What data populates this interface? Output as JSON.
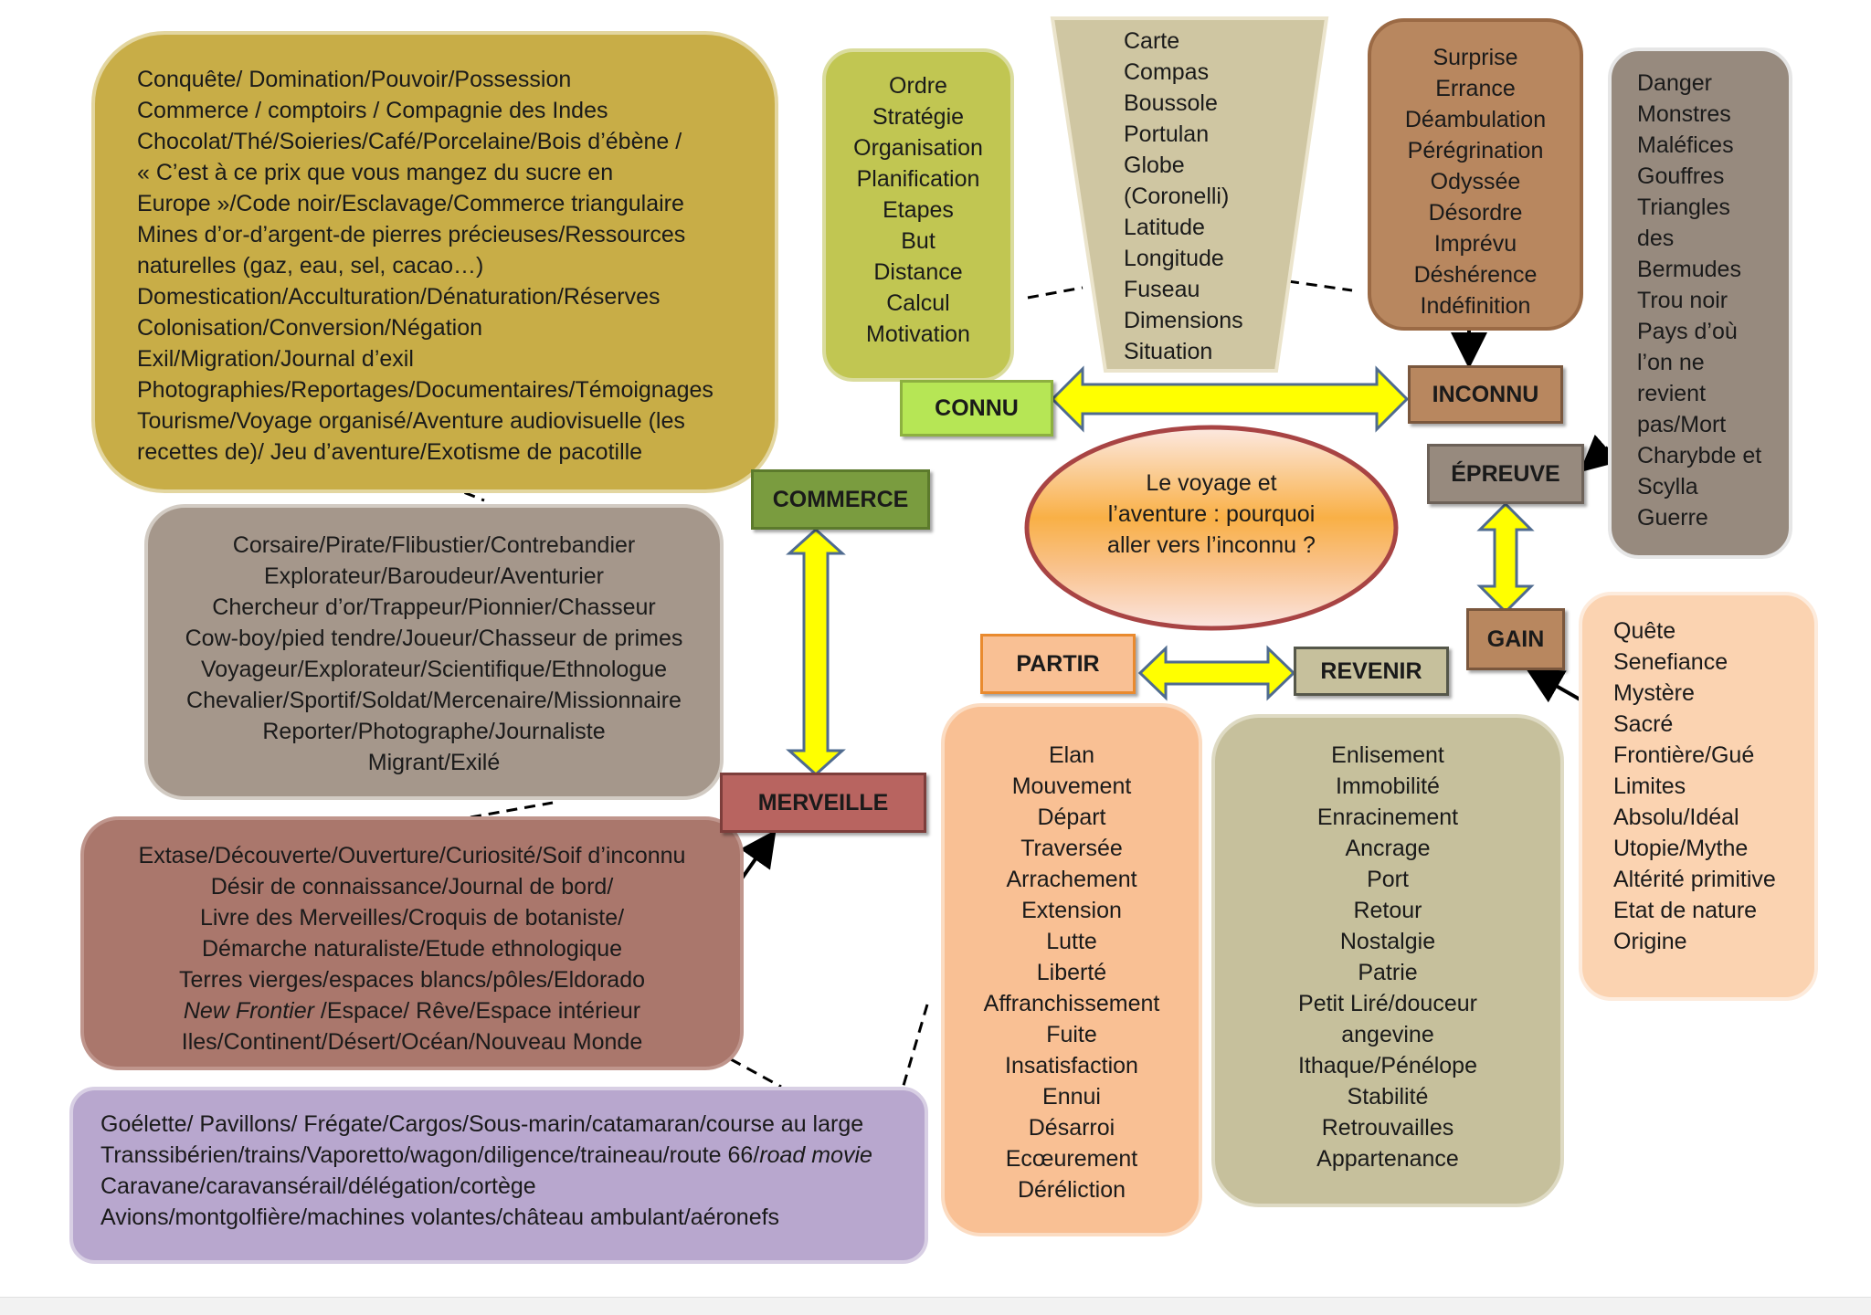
{
  "center": {
    "lines": [
      "Le voyage et",
      "l’aventure : pourquoi",
      "aller vers l’inconnu ?"
    ]
  },
  "labels": {
    "connu": "CONNU",
    "inconnu": "INCONNU",
    "epreuve": "ÉPREUVE",
    "gain": "GAIN",
    "commerce": "COMMERCE",
    "merveille": "MERVEILLE",
    "partir": "PARTIR",
    "revenir": "REVENIR"
  },
  "boxes": {
    "commerce_words": {
      "lines": [
        "Conquête/ Domination/Pouvoir/Possession",
        "Commerce / comptoirs / Compagnie des Indes",
        "Chocolat/Thé/Soieries/Café/Porcelaine/Bois d’ébène /",
        "« C’est à ce prix que vous mangez du sucre en",
        "Europe »/Code noir/Esclavage/Commerce triangulaire",
        "Mines d’or-d’argent-de pierres précieuses/Ressources",
        "naturelles (gaz, eau, sel, cacao…)",
        "Domestication/Acculturation/Dénaturation/Réserves",
        "Colonisation/Conversion/Négation",
        "Exil/Migration/Journal d’exil",
        "Photographies/Reportages/Documentaires/Témoignages",
        "Tourisme/Voyage organisé/Aventure audiovisuelle (les",
        "recettes de)/ Jeu d’aventure/Exotisme de pacotille"
      ]
    },
    "connu_words": {
      "lines": [
        "Ordre",
        "Stratégie",
        "Organisation",
        "Planification",
        "Etapes",
        "But",
        "Distance",
        "Calcul",
        "Motivation"
      ]
    },
    "tools_words": {
      "lines": [
        "Carte",
        "Compas",
        "Boussole",
        "Portulan",
        "Globe",
        "(Coronelli)",
        "Latitude",
        "Longitude",
        "Fuseau",
        "Dimensions",
        "Situation"
      ]
    },
    "inconnu_words": {
      "lines": [
        "Surprise",
        "Errance",
        "Déambulation",
        "Pérégrination",
        "Odyssée",
        "Désordre",
        "Imprévu",
        "Déshérence",
        "Indéfinition"
      ]
    },
    "epreuve_words": {
      "lines": [
        "Danger",
        "Monstres",
        "Maléfices",
        "Gouffres",
        "Triangles",
        "des",
        "Bermudes",
        "Trou noir",
        "Pays d’où",
        "l’on ne",
        "revient",
        "pas/Mort",
        "Charybde et",
        "Scylla",
        "Guerre"
      ]
    },
    "gain_words": {
      "lines": [
        "Quête",
        "Senefiance",
        "Mystère",
        "Sacré",
        "Frontière/Gué",
        "Limites",
        "Absolu/Idéal",
        "Utopie/Mythe",
        "Altérité primitive",
        "Etat de nature",
        "Origine"
      ]
    },
    "personnages": {
      "lines": [
        "Corsaire/Pirate/Flibustier/Contrebandier",
        "Explorateur/Baroudeur/Aventurier",
        "Chercheur d’or/Trappeur/Pionnier/Chasseur",
        "Cow-boy/pied tendre/Joueur/Chasseur de primes",
        "Voyageur/Explorateur/Scientifique/Ethnologue",
        "Chevalier/Sportif/Soldat/Mercenaire/Missionnaire",
        "Reporter/Photographe/Journaliste",
        "Migrant/Exilé"
      ]
    },
    "merveille_words": {
      "lines": [
        "Extase/Découverte/Ouverture/Curiosité/Soif d’inconnu",
        "Désir de connaissance/Journal de bord/",
        "Livre des Merveilles/Croquis de botaniste/",
        "Démarche naturaliste/Etude ethnologique",
        "Terres vierges/espaces blancs/pôles/Eldorado",
        "Iles/Continent/Désert/Océan/Nouveau Monde"
      ],
      "frontier_italic": "New Frontier",
      "frontier_rest": " /Espace/ Rêve/Espace intérieur"
    },
    "transports": {
      "line1": "Goélette/ Pavillons/ Frégate/Cargos/Sous-marin/catamaran/course au large",
      "line2_plain": "Transsibérien/trains/Vaporetto/wagon/diligence/traineau/route 66/",
      "line2_italic": "road movie",
      "line3": "Caravane/caravansérail/délégation/cortège",
      "line4": "Avions/montgolfière/machines volantes/château ambulant/aéronefs"
    },
    "partir_words": {
      "lines": [
        "Elan",
        "Mouvement",
        "Départ",
        "Traversée",
        "Arrachement",
        "Extension",
        "Lutte",
        "Liberté",
        "Affranchissement",
        "Fuite",
        "Insatisfaction",
        "Ennui",
        "Désarroi",
        "Ecœurement",
        "Déréliction"
      ]
    },
    "revenir_words": {
      "lines": [
        "Enlisement",
        "Immobilité",
        "Enracinement",
        "Ancrage",
        "Port",
        "Retour",
        "Nostalgie",
        "Patrie",
        "Petit Liré/douceur",
        "angevine",
        "Ithaque/Pénélope",
        "Stabilité",
        "Retrouvailles",
        "Appartenance"
      ]
    }
  },
  "colors": {
    "commerce_box": "#c8ad47",
    "connu_box": "#c1c652",
    "tools_box": "#cfc6a2",
    "inconnu_box": "#b8875f",
    "epreuve_box": "#978a7e",
    "gain_box": "#fbd3b1",
    "personnages_box": "#a5978b",
    "merveille_box": "#aa776c",
    "transports_box": "#b8a7ce",
    "partir_box": "#f9c094",
    "revenir_box": "#c6c09c",
    "arrow_yellow": "#ffff00",
    "arrow_border": "#4f6b8f"
  }
}
